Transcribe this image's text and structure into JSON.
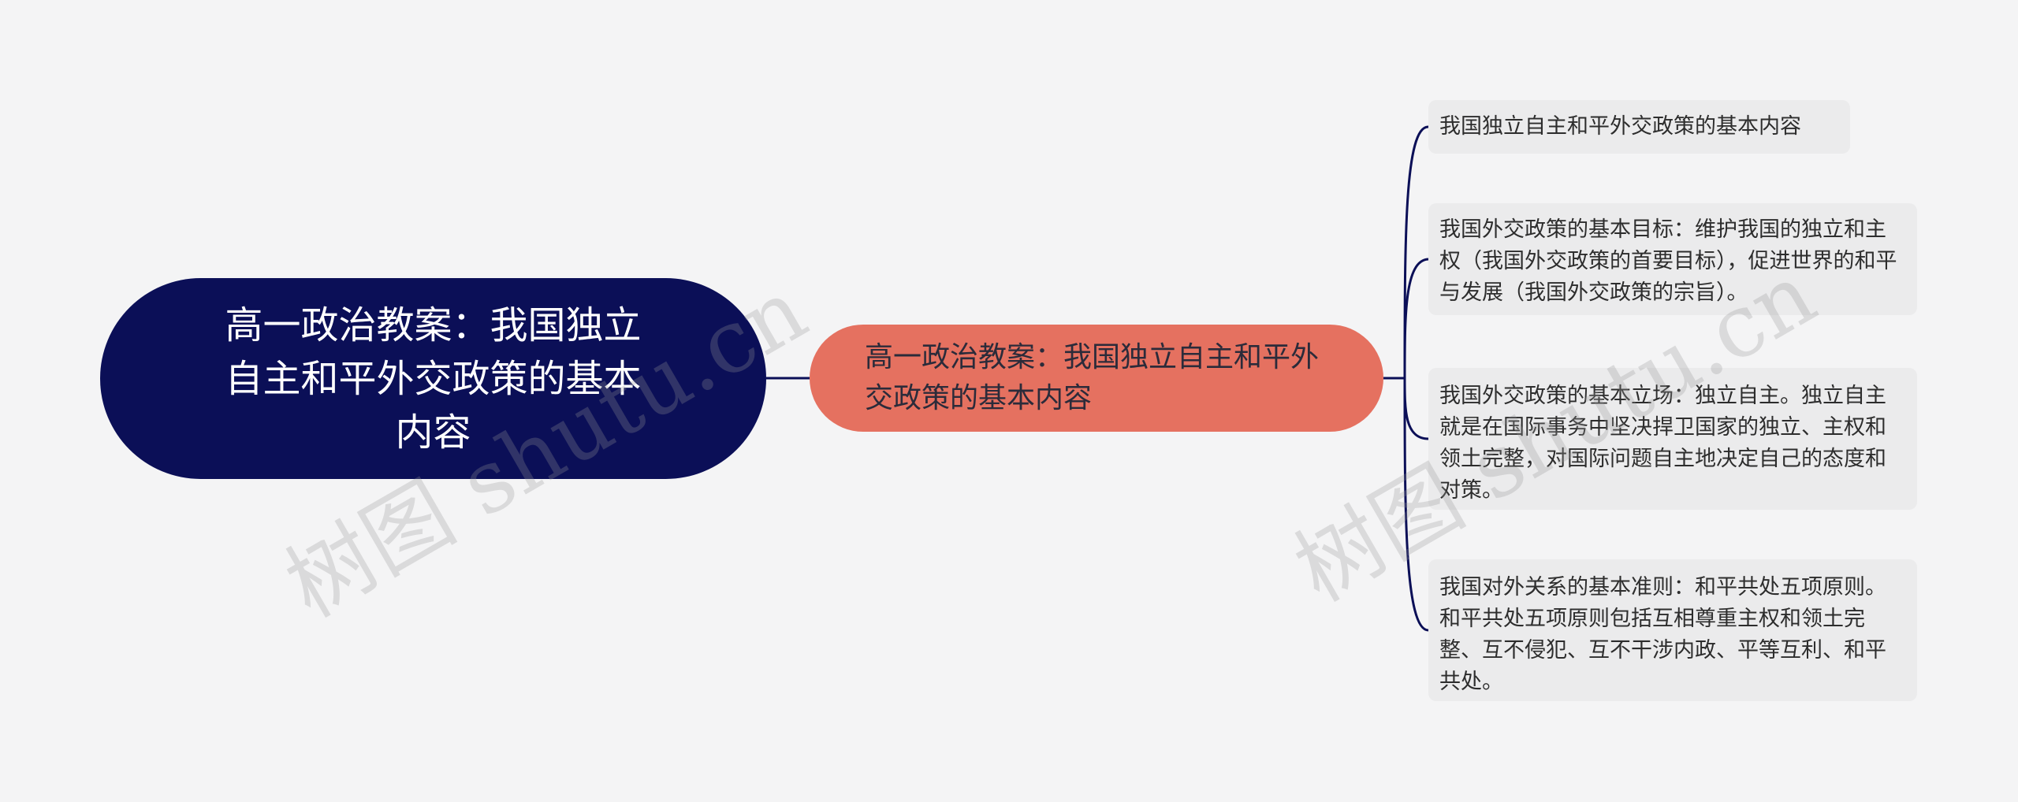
{
  "root": {
    "label": "高一政治教案：我国独立自主和平外交政策的基本内容"
  },
  "main_topic": {
    "label": "高一政治教案：我国独立自主和平外交政策的基本内容"
  },
  "leaves": [
    "我国独立自主和平外交政策的基本内容",
    "我国外交政策的基本目标：维护我国的独立和主权（我国外交政策的首要目标），促进世界的和平与发展（我国外交政策的宗旨）。",
    "我国外交政策的基本立场：独立自主。独立自主就是在国际事务中坚决捍卫国家的独立、主权和领土完整，对国际问题自主地决定自己的态度和对策。",
    "我国对外关系的基本准则：和平共处五项原则。和平共处五项原则包括互相尊重主权和领土完整、互不侵犯、互不干涉内政、平等互利、和平共处。"
  ],
  "watermark": {
    "text_1": "树图 shutu.cn",
    "text_2": "树图 shutu.cn"
  },
  "colors": {
    "background": "#f4f4f5",
    "root_fill": "#0b0f57",
    "main_fill": "#e57160",
    "leaf_fill": "#ebebec",
    "connector": "#0b0f57"
  }
}
